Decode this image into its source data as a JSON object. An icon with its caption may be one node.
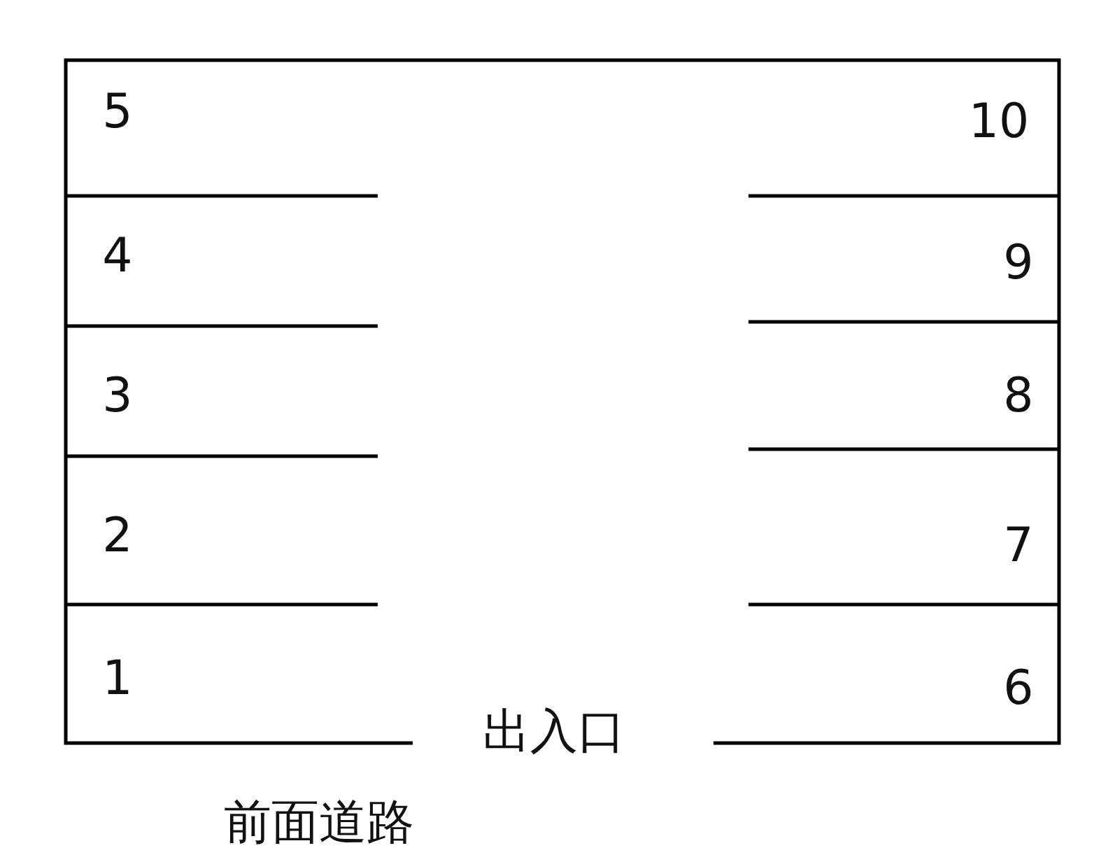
{
  "diagram": {
    "labels": [
      "5",
      "10",
      "4",
      "9",
      "3",
      "8",
      "2",
      "7",
      "1",
      "6",
      "出入口",
      "前面道路"
    ]
  }
}
